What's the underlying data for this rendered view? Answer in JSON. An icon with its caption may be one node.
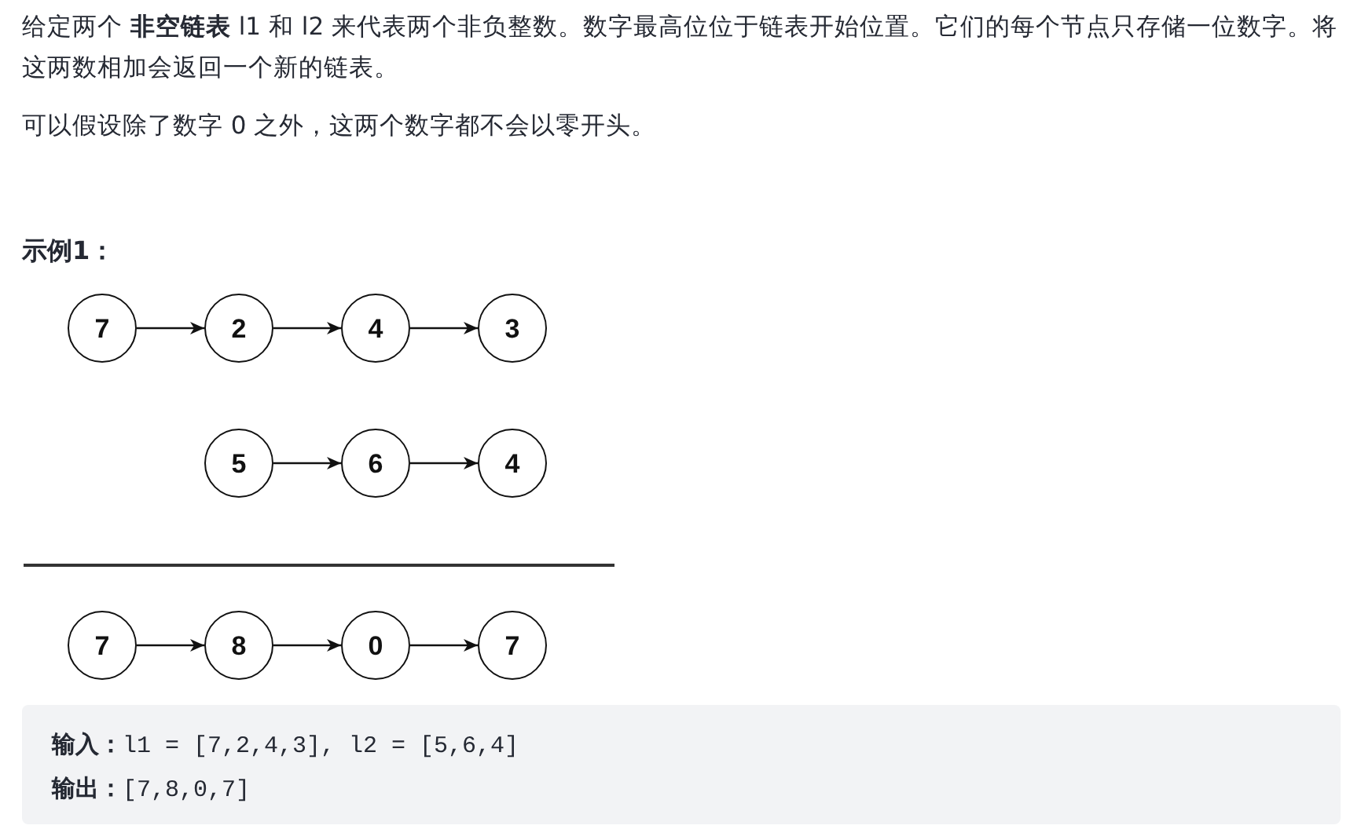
{
  "diagram": {
    "nodes": [
      {
        "text": [
          "7"
        ]
      },
      {
        "text": [
          "2"
        ]
      },
      {
        "text": [
          "4"
        ]
      },
      {
        "text": [
          "3"
        ]
      },
      {
        "text": [
          "5"
        ]
      },
      {
        "text": [
          "6"
        ]
      },
      {
        "text": [
          "4"
        ]
      },
      {
        "text": [
          "7"
        ]
      },
      {
        "text": [
          "8"
        ]
      },
      {
        "text": [
          "0"
        ]
      },
      {
        "text": [
          "7"
        ]
      }
    ],
    "edges": [
      {
        "from": 0,
        "to": 1,
        "arrow": "to"
      },
      {
        "from": 1,
        "to": 2,
        "arrow": "to"
      },
      {
        "from": 2,
        "to": 3,
        "arrow": "to"
      },
      {
        "from": 4,
        "to": 5,
        "arrow": "to"
      },
      {
        "from": 5,
        "to": 6,
        "arrow": "to"
      },
      {
        "from": 7,
        "to": 8,
        "arrow": "to"
      },
      {
        "from": 8,
        "to": 9,
        "arrow": "to"
      },
      {
        "from": 9,
        "to": 10,
        "arrow": "to"
      }
    ],
    "labels": [
      "给定两个 **非空链表** l1 和 l2 来代表两个非负整数。数字最高位位于链表开始位置。它们的每个节点只存储一位数字。将这两数相加会返回一个新的链表。",
      "可以假设除了数字 0 之外，这两个数字都不会以零开头。",
      "示例1：",
      "**输入：**l1 = [7,2,4,3], l2 = [5,6,4]",
      "**输出：**[7,8,0,7]"
    ]
  }
}
